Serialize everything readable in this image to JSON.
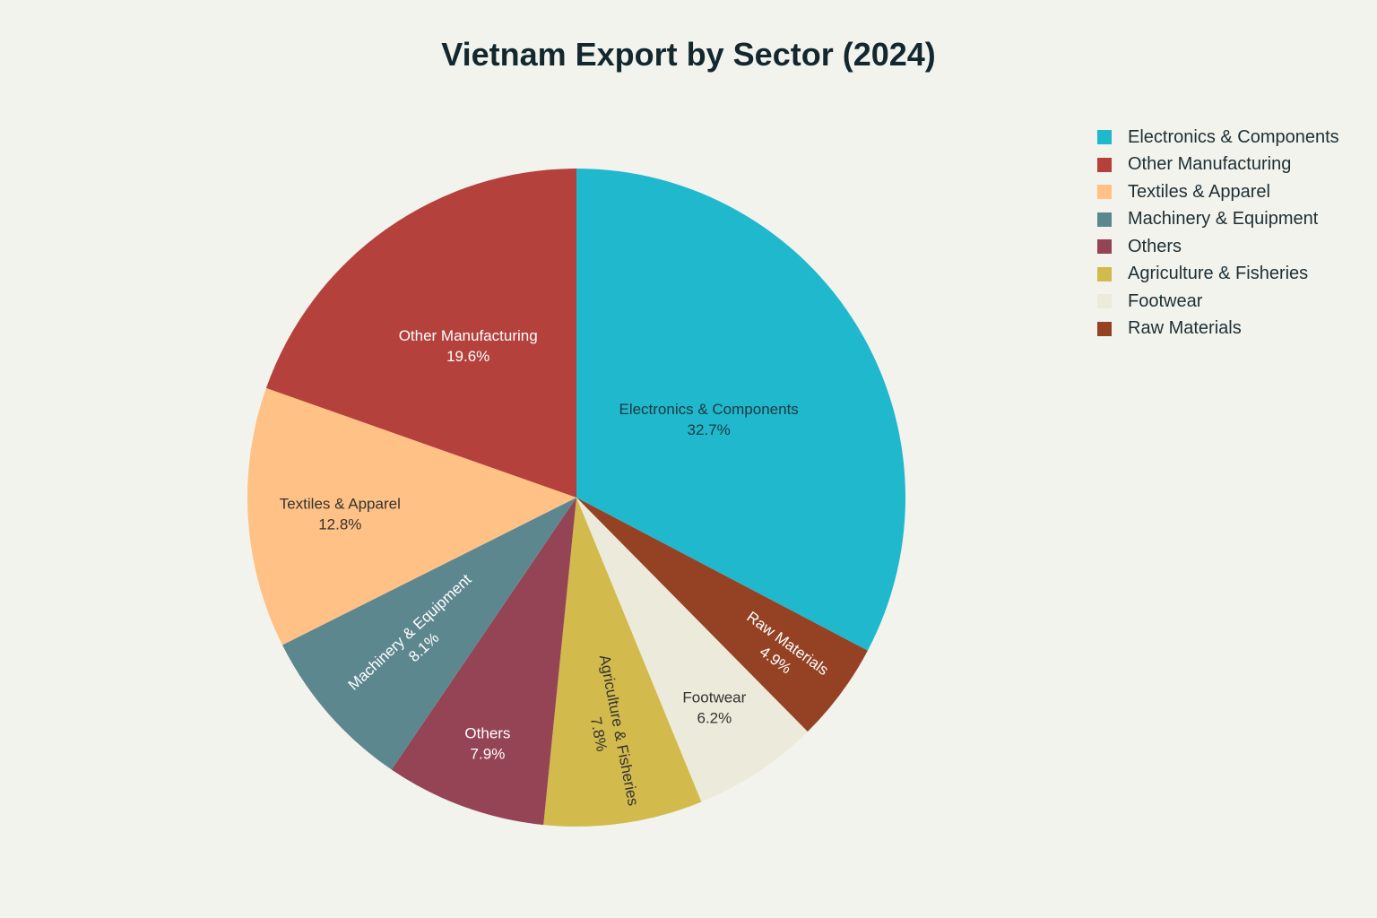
{
  "title": "Vietnam Export by Sector (2024)",
  "chart_data": {
    "type": "pie",
    "title": "Vietnam Export by Sector (2024)",
    "start_angle": "12 o'clock",
    "direction": "clockwise",
    "legend_position": "right",
    "slices": [
      {
        "label": "Electronics & Components",
        "value": 32.7,
        "text": "32.7%",
        "color": "#1fb8cd",
        "text_color": "#1e3a40"
      },
      {
        "label": "Raw Materials",
        "value": 4.9,
        "text": "4.9%",
        "color": "#944223",
        "text_color": "#ffffff"
      },
      {
        "label": "Footwear",
        "value": 6.2,
        "text": "6.2%",
        "color": "#eceada",
        "text_color": "#333333"
      },
      {
        "label": "Agriculture & Fisheries",
        "value": 7.8,
        "text": "7.8%",
        "color": "#d2ba4c",
        "text_color": "#333333"
      },
      {
        "label": "Others",
        "value": 7.9,
        "text": "7.9%",
        "color": "#944454",
        "text_color": "#ffffff"
      },
      {
        "label": "Machinery & Equipment",
        "value": 8.1,
        "text": "8.1%",
        "color": "#5d878f",
        "text_color": "#ffffff"
      },
      {
        "label": "Textiles & Apparel",
        "value": 12.8,
        "text": "12.8%",
        "color": "#ffc185",
        "text_color": "#333333"
      },
      {
        "label": "Other Manufacturing",
        "value": 19.6,
        "text": "19.6%",
        "color": "#b4413c",
        "text_color": "#ffffff"
      }
    ],
    "legend": [
      {
        "label": "Electronics & Components",
        "color": "#1fb8cd"
      },
      {
        "label": "Other Manufacturing",
        "color": "#b4413c"
      },
      {
        "label": "Textiles & Apparel",
        "color": "#ffc185"
      },
      {
        "label": "Machinery & Equipment",
        "color": "#5d878f"
      },
      {
        "label": "Others",
        "color": "#944454"
      },
      {
        "label": "Agriculture & Fisheries",
        "color": "#d2ba4c"
      },
      {
        "label": "Footwear",
        "color": "#eceada"
      },
      {
        "label": "Raw Materials",
        "color": "#944223"
      }
    ]
  }
}
